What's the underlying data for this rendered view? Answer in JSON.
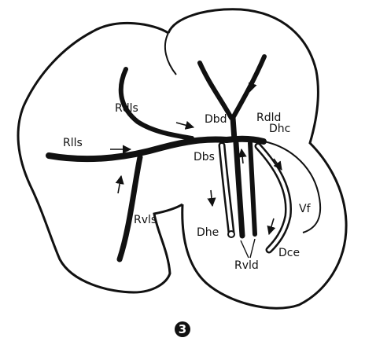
{
  "figure": {
    "number": "3"
  },
  "labels": {
    "rdls": "Rdls",
    "rlls": "Rlls",
    "rvls": "Rvls",
    "dbd": "Dbd",
    "rdld": "Rdld",
    "dhc": "Dhc",
    "dbs": "Dbs",
    "vf": "Vf",
    "dhe": "Dhe",
    "rvld": "Rvld",
    "dce": "Dce"
  },
  "colors": {
    "ink": "#111111",
    "background": "#ffffff"
  }
}
